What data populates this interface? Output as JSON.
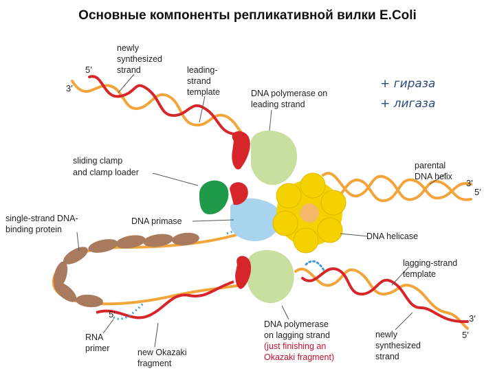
{
  "title": "Основные компоненты репликативной вилки E.Coli",
  "notes": [
    "+ гираза",
    "+ лигаза"
  ],
  "labels": {
    "newly_synth_top": [
      "newly",
      "synthesized",
      "strand"
    ],
    "leading_template": [
      "leading-",
      "strand",
      "template"
    ],
    "pol_leading": [
      "DNA polymerase on",
      "leading strand"
    ],
    "sliding_clamp": [
      "sliding clamp",
      "and clamp loader"
    ],
    "parental": [
      "parental",
      "DNA helix"
    ],
    "ssb": [
      "single-strand DNA-",
      "binding protein"
    ],
    "primase": "DNA primase",
    "helicase": "DNA helicase",
    "lagging_template": [
      "lagging-strand",
      "template"
    ],
    "rna_primer": [
      "RNA",
      "primer"
    ],
    "okazaki": [
      "new Okazaki",
      "fragment"
    ],
    "pol_lagging": [
      "DNA polymerase",
      "on lagging strand"
    ],
    "pol_lagging_note": [
      "(just finishing an",
      "Okazaki fragment)"
    ],
    "newly_synth_bottom": [
      "newly",
      "synthesized",
      "strand"
    ]
  },
  "ends": {
    "top_5": "5′",
    "top_3": "3′",
    "right_3": "3′",
    "right_5": "5′",
    "bottom_mid_5": "5′",
    "bottom_right_3": "3′",
    "bottom_right_5": "5′"
  },
  "colors": {
    "strand_orange": "#f3a43a",
    "strand_red": "#d6262a",
    "rna_blue": "#3d9ad6",
    "polymerase_green": "#c9dfa0",
    "clamp_green": "#1f9a49",
    "helicase_yellow": "#f3d200",
    "primase_blue": "#a9d4ef",
    "ssb_brown": "#a87a5e",
    "note_blue": "#2a4a7a",
    "red_text": "#c8102e"
  }
}
